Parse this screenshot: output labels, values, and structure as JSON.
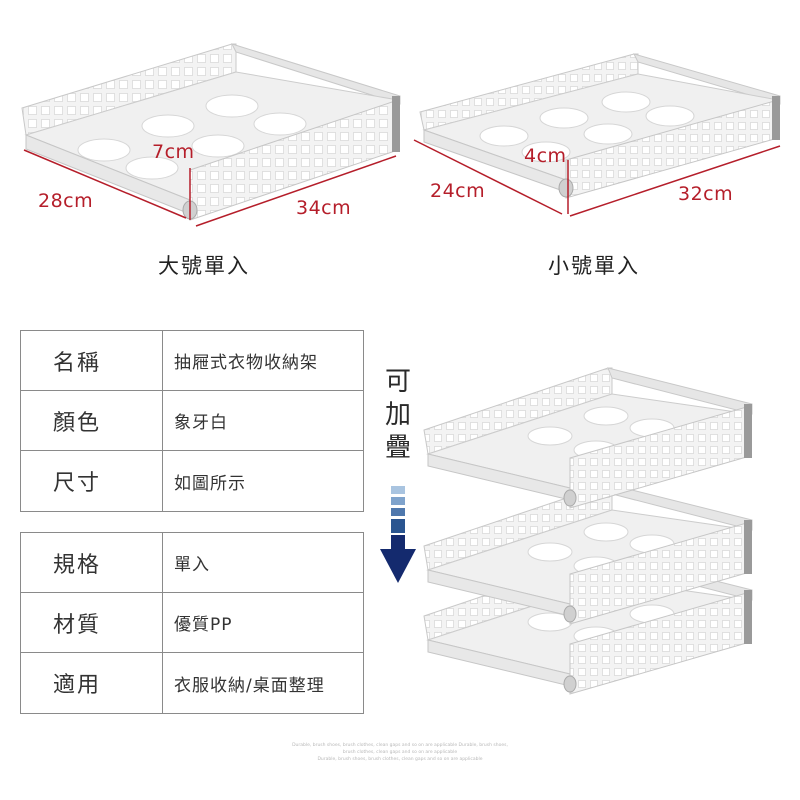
{
  "products": {
    "large": {
      "caption": "大號單入",
      "depth": "28cm",
      "width": "34cm",
      "height": "7cm"
    },
    "small": {
      "caption": "小號單入",
      "depth": "24cm",
      "width": "32cm",
      "height": "4cm"
    }
  },
  "specs_top": [
    {
      "key": "名稱",
      "value": "抽屜式衣物收納架"
    },
    {
      "key": "顏色",
      "value": "象牙白"
    },
    {
      "key": "尺寸",
      "value": "如圖所示"
    }
  ],
  "specs_bottom": [
    {
      "key": "規格",
      "value": "單入"
    },
    {
      "key": "材質",
      "value": "優質PP"
    },
    {
      "key": "適用",
      "value": "衣服收納/桌面整理"
    }
  ],
  "stack_note": [
    "可",
    "加",
    "疊"
  ],
  "colors": {
    "dimension_red": "#b51e2a",
    "arrow_navy": "#142a6e",
    "arrow_steps": [
      "#a9c4e0",
      "#7fa3cc",
      "#4f78ad",
      "#2a5590"
    ],
    "tray_white": "#f2f2f2",
    "tray_shadow": "#d9d9d9"
  },
  "footer_lines": [
    "Durable, brush shoes, brush clothes, clean gaps and so on are applicable Durable, brush shoes,",
    "brush clothes, clean gaps and so on are applicable",
    "Durable, brush shoes, brush clothes, clean gaps and so on are applicable"
  ]
}
